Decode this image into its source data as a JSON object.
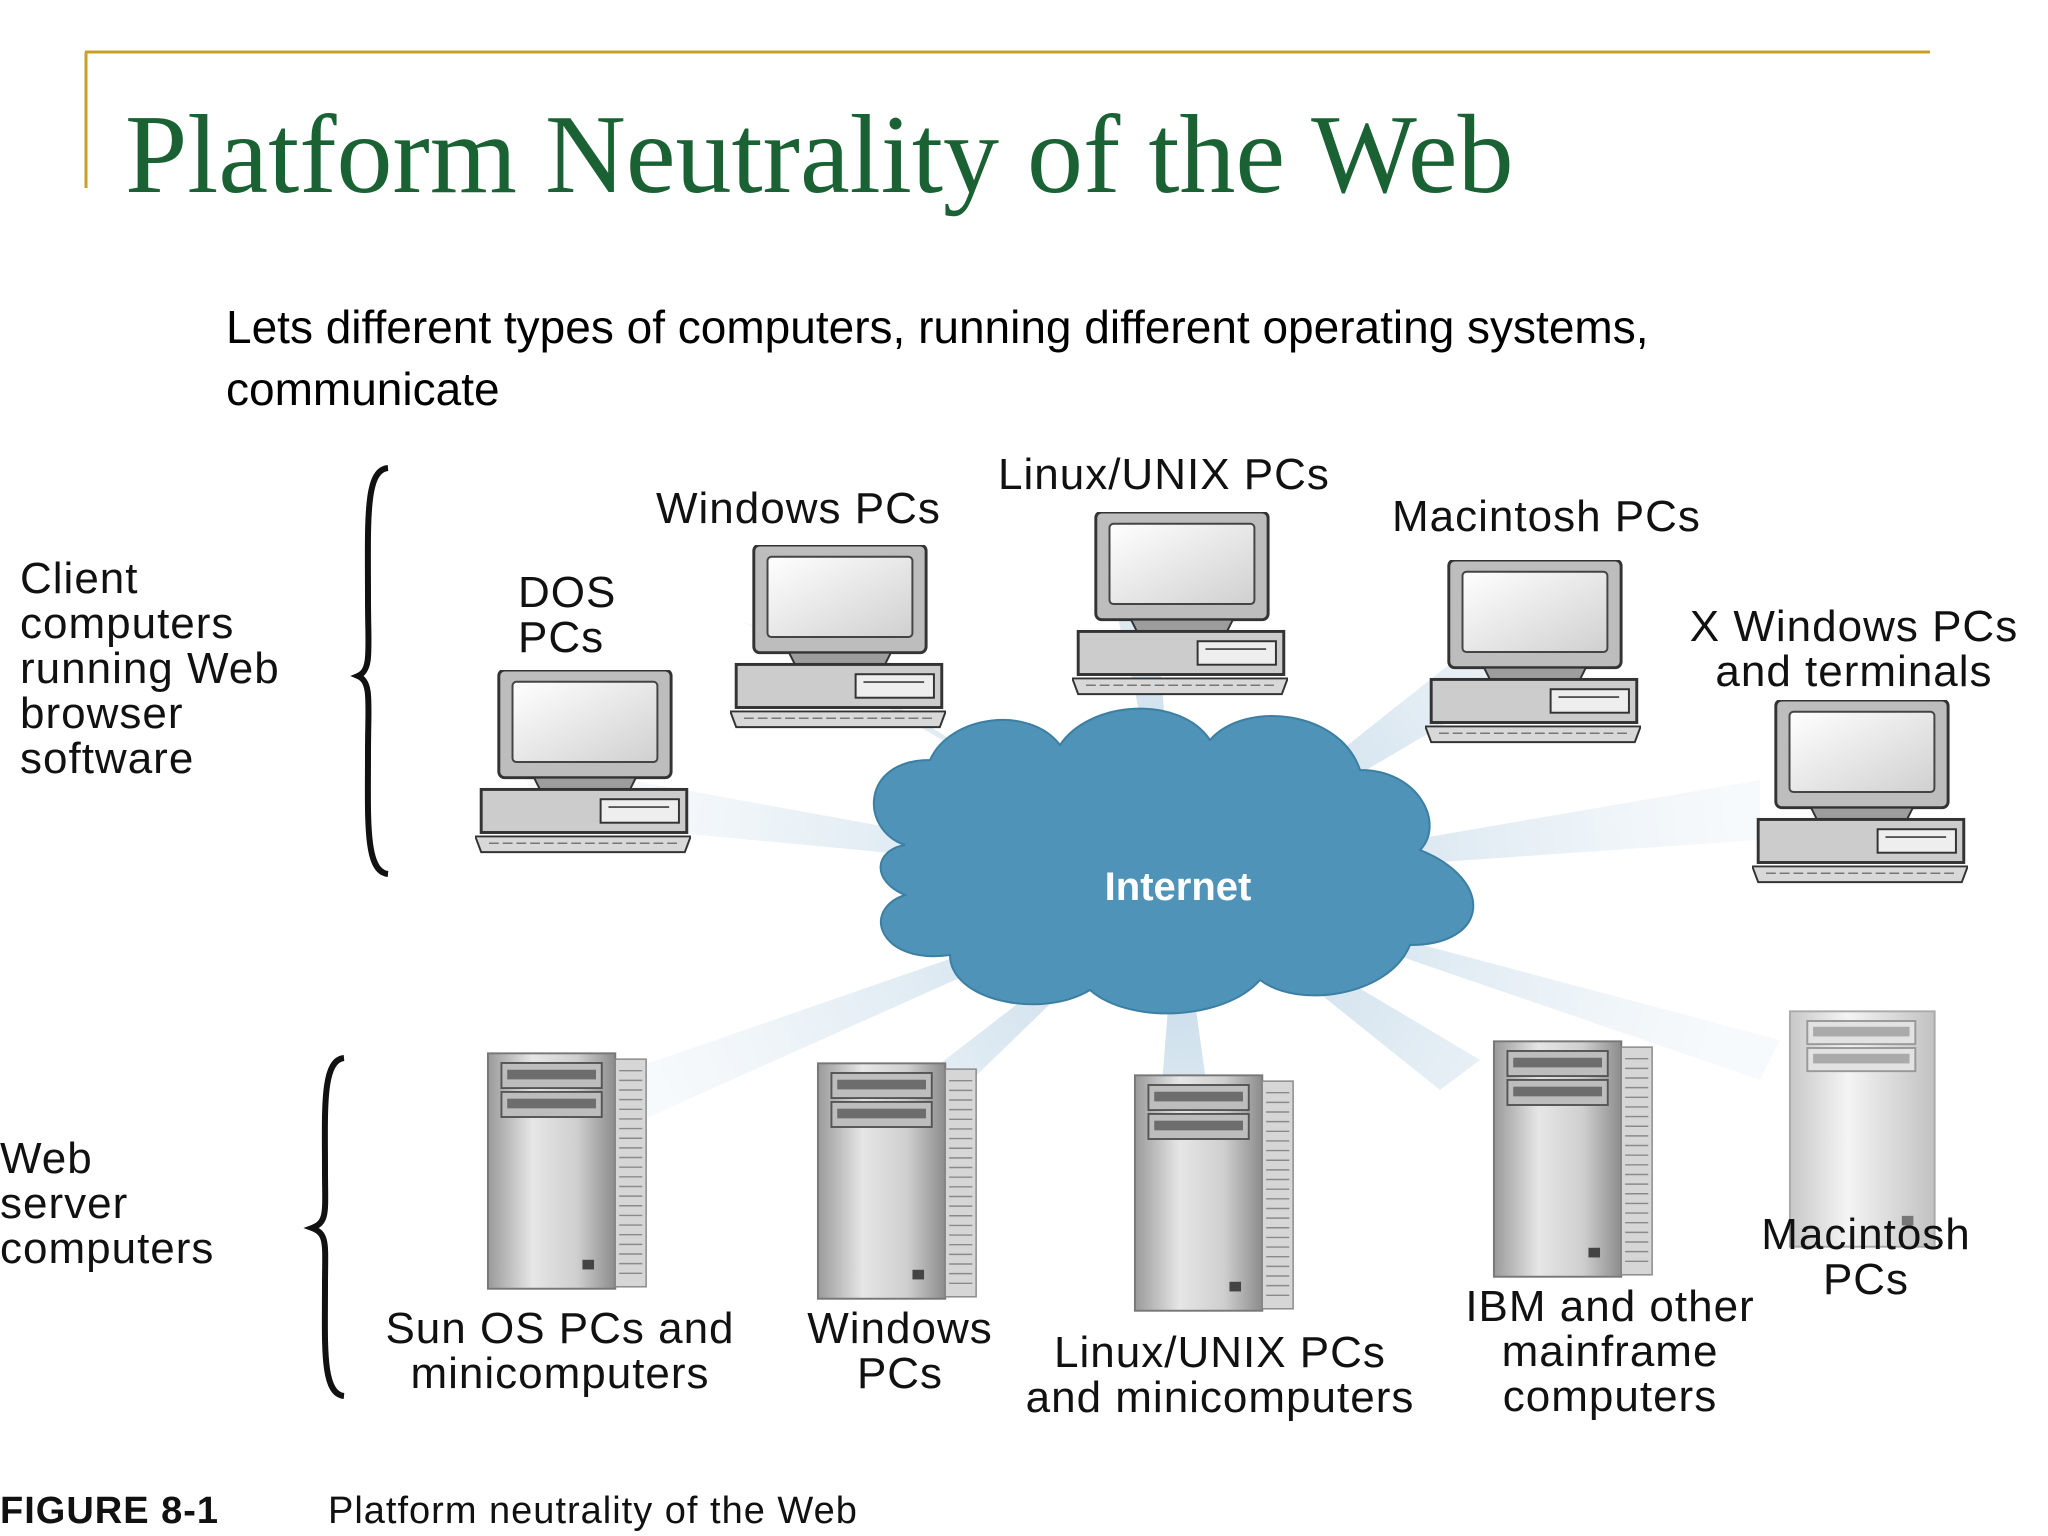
{
  "slide": {
    "title": "Platform Neutrality of the Web",
    "subtitle": "Lets different types of computers, running different operating systems, communicate"
  },
  "diagram": {
    "hub_label": "Internet",
    "client_group_label": "Client\ncomputers\nrunning Web\nbrowser\nsoftware",
    "server_group_label": "Web\nserver\ncomputers",
    "clients": [
      {
        "label": "DOS\nPCs"
      },
      {
        "label": "Windows PCs"
      },
      {
        "label": "Linux/UNIX PCs"
      },
      {
        "label": "Macintosh PCs"
      },
      {
        "label": "X Windows PCs\nand terminals"
      }
    ],
    "servers": [
      {
        "label": "Sun OS PCs and\nminicomputers"
      },
      {
        "label": "Windows\nPCs"
      },
      {
        "label": "Linux/UNIX PCs\nand minicomputers"
      },
      {
        "label": "IBM and other\nmainframe\ncomputers"
      },
      {
        "label": "Macintosh\nPCs"
      }
    ],
    "figure_number": "FIGURE 8-1",
    "figure_caption": "Platform neutrality of the Web"
  },
  "colors": {
    "title": "#1a6233",
    "accent_rule": "#c8a227",
    "cloud": "#4f93b8",
    "rays": "#bcd5e6"
  }
}
